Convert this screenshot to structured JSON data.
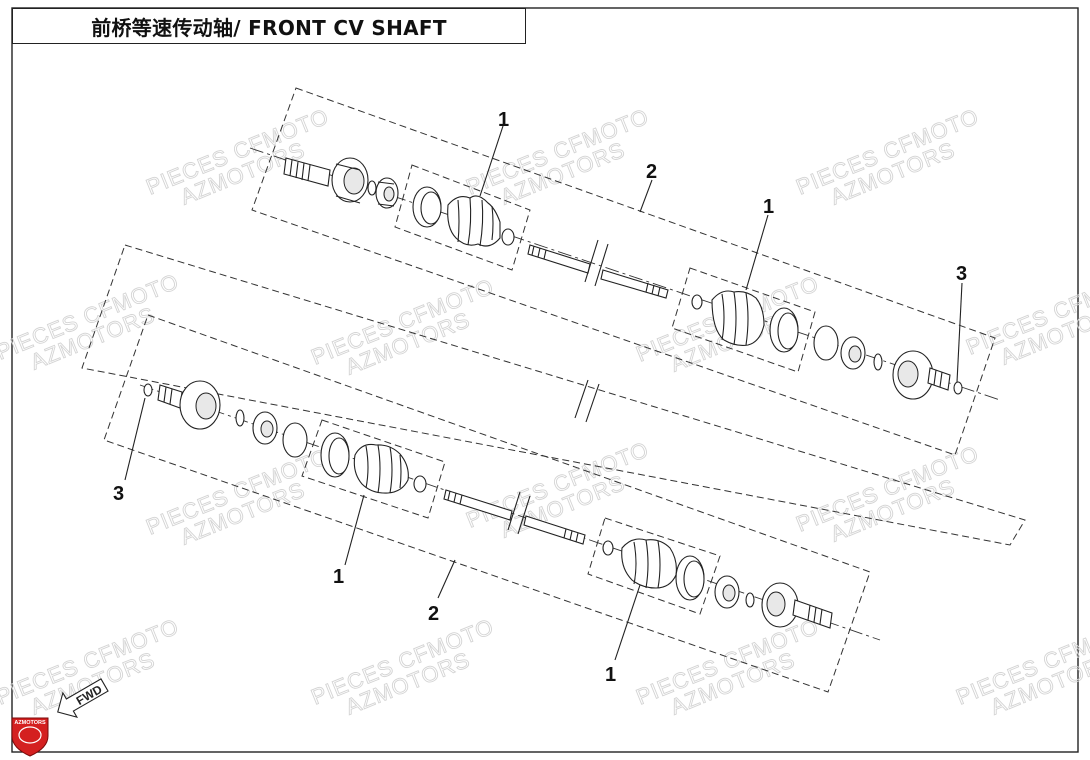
{
  "title": "前桥等速传动轴/ FRONT CV SHAFT",
  "watermark": {
    "line1": "PIECES CFMOTO",
    "line2": "AZMOTORS"
  },
  "callouts": {
    "upper_boot_left": "1",
    "upper_shaft": "2",
    "upper_boot_right": "1",
    "upper_circlip": "3",
    "lower_circlip": "3",
    "lower_boot_left": "1",
    "lower_shaft": "2",
    "lower_boot_right": "1"
  },
  "fwd_label": "FWD",
  "logo_text": "AZMOTORS",
  "colors": {
    "line": "#222222",
    "watermark": "#d4d4d4",
    "logo_red": "#d42020"
  }
}
